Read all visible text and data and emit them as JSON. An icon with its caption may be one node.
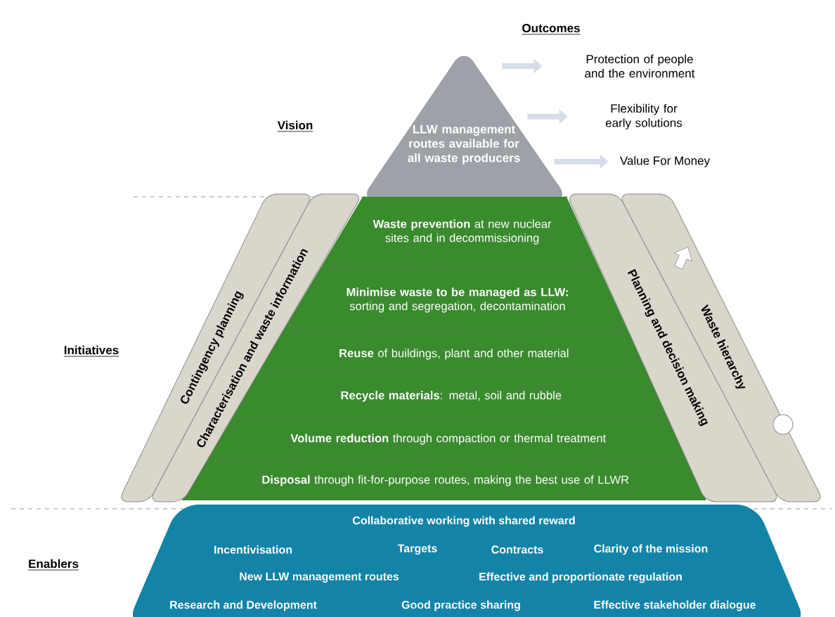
{
  "diagram": {
    "nodes": [
      {
        "text": [
          "LLW management routes available for all waste producers"
        ]
      },
      {
        "text": [
          "Protection of people and the environment"
        ]
      },
      {
        "text": [
          "Flexibility for early solutions"
        ]
      },
      {
        "text": [
          "Value For Money"
        ]
      },
      {
        "text": [
          "**Waste prevention** at new nuclear sites and in decommissioning"
        ]
      },
      {
        "text": [
          "**Minimise waste to be managed as LLW:** sorting and segregation, decontamination"
        ]
      },
      {
        "text": [
          "**Reuse** of buildings, plant and other material"
        ]
      },
      {
        "text": [
          "**Recycle materials**: metal, soil and rubble"
        ]
      },
      {
        "text": [
          "**Volume reduction** through compaction or thermal treatment"
        ]
      },
      {
        "text": [
          "**Disposal** through fit-for-purpose routes, making the best use of LLWR"
        ]
      },
      {
        "text": [
          "Contingency planning"
        ]
      },
      {
        "text": [
          "Characterisation and waste information"
        ]
      },
      {
        "text": [
          "Planning and decision making"
        ]
      },
      {
        "text": [
          "Waste hierarchy"
        ]
      },
      {
        "text": [
          "Collaborative working with shared reward",
          "Incentivisation",
          "Targets",
          "Contracts",
          "Clarity of the mission",
          "New LLW management routes",
          "Effective and proportionate regulation",
          "Research and Development",
          "Good practice sharing",
          "Effective stakeholder dialogue"
        ]
      }
    ],
    "edges": [
      {
        "from": 0,
        "to": 1,
        "arrow": "to"
      },
      {
        "from": 0,
        "to": 2,
        "arrow": "to"
      },
      {
        "from": 0,
        "to": 3,
        "arrow": "to"
      }
    ],
    "labels": [
      "Outcomes",
      "Vision",
      "Initiatives",
      "Enablers"
    ]
  }
}
